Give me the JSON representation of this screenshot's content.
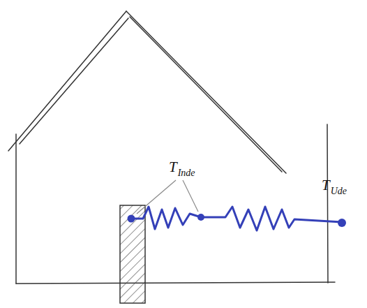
{
  "diagram": {
    "labels": [
      "T",
      "Inde",
      "T",
      "Ude"
    ]
  }
}
